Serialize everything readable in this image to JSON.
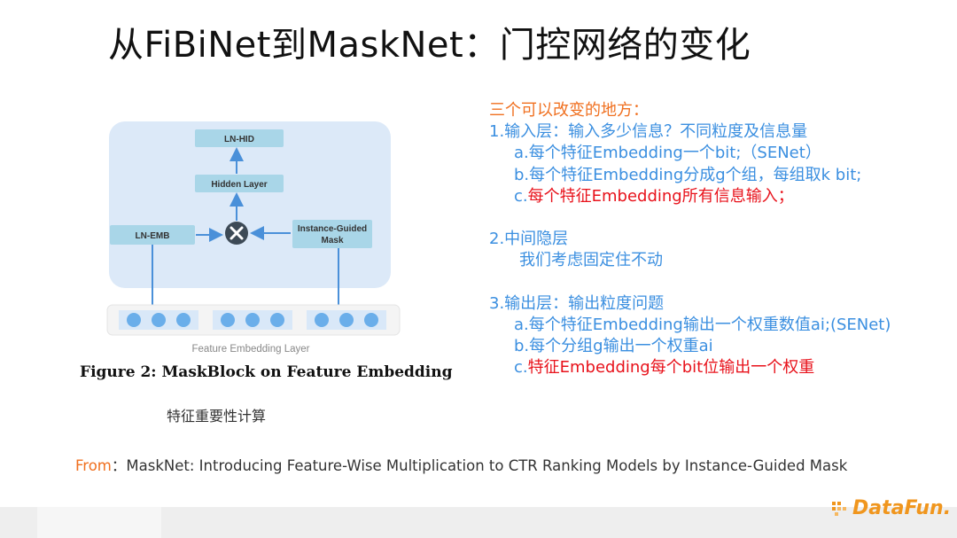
{
  "title": "从FiBiNet到MaskNet：门控网络的变化",
  "figure": {
    "boxes": {
      "ln_hid": "LN-HID",
      "hidden_layer": "Hidden Layer",
      "ln_emb": "LN-EMB",
      "igm_line1": "Instance-Guided",
      "igm_line2": "Mask"
    },
    "embedding_label": "Feature Embedding Layer",
    "caption": "Figure 2: MaskBlock on Feature Embedding",
    "sub_caption": "特征重要性计算"
  },
  "notes": {
    "heading": "三个可以改变的地方：",
    "s1_title": "1.输入层：输入多少信息？不同粒度及信息量",
    "s1_a": "a.每个特征Embedding一个bit;（SENet）",
    "s1_b": "b.每个特征Embedding分成g个组，每组取k bit;",
    "s1_c_prefix": "c.",
    "s1_c_text": "每个特征Embedding所有信息输入；",
    "s2_title": "2.中间隐层",
    "s2_line": "我们考虑固定住不动",
    "s3_title": "3.输出层：输出粒度问题",
    "s3_a": "a.每个特征Embedding输出一个权重数值ai;(SENet)",
    "s3_b": "b.每个分组g输出一个权重ai",
    "s3_c_prefix": "c.",
    "s3_c_text": "特征Embedding每个bit位输出一个权重"
  },
  "from": {
    "label": "From",
    "text": "：MaskNet: Introducing Feature-Wise Multiplication to CTR Ranking Models by Instance-Guided Mask"
  },
  "logo": {
    "text": "DataFun."
  },
  "colors": {
    "blue_text": "#3b8fe0",
    "orange": "#f07020",
    "red": "#e8121b",
    "logo": "#f0961e"
  }
}
